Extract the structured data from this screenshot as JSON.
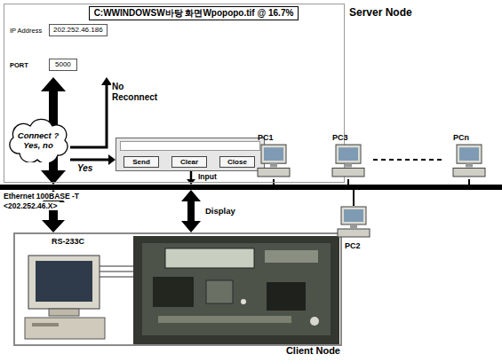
{
  "diagram": {
    "nodes": [
      {
        "text": [
          "Server Node"
        ]
      },
      {
        "text": [
          "C:WWINDOWSW바탕 화면Wpopopo.tif @ 16.7%"
        ],
        "in": 0
      },
      {
        "text": [
          "IP Address",
          "202.252.46.186",
          "PORT",
          "5000"
        ],
        "in": 0
      },
      {
        "text": [
          "Connect ? Yes, no"
        ],
        "in": 0
      },
      {
        "text": [
          "Input"
        ],
        "in": 0
      },
      {
        "text": [
          "Send"
        ],
        "in": 4
      },
      {
        "text": [
          "Clear"
        ],
        "in": 4
      },
      {
        "text": [
          "Close"
        ],
        "in": 4
      },
      {
        "text": [
          "Ethernet 100BASE -T",
          "<202.252.46.X>"
        ]
      },
      {
        "text": [
          "Client Node"
        ]
      },
      {
        "text": [
          "PC1"
        ]
      },
      {
        "text": [
          "PC3"
        ]
      },
      {
        "text": [
          "PCn"
        ]
      },
      {
        "text": [
          "PC2"
        ]
      }
    ],
    "edges": [
      {
        "from": 2,
        "to": 8,
        "arrow": "both"
      },
      {
        "from": 8,
        "to": 9,
        "arrow": "both"
      },
      {
        "from": 3,
        "to": 4,
        "label": "Yes",
        "arrow": "to"
      },
      {
        "from": 3,
        "to": 2,
        "label": "No Reconnect",
        "arrow": "to"
      },
      {
        "from": 4,
        "to": 8,
        "arrow": "to"
      },
      {
        "from": 8,
        "to": 9,
        "label": "Display",
        "arrow": "both"
      },
      {
        "from": 10,
        "to": 8,
        "arrow": "none"
      },
      {
        "from": 11,
        "to": 8,
        "arrow": "none"
      },
      {
        "from": 12,
        "to": 8,
        "arrow": "none"
      },
      {
        "from": 13,
        "to": 8,
        "arrow": "none"
      }
    ],
    "labels": [
      "RS-233C"
    ]
  }
}
